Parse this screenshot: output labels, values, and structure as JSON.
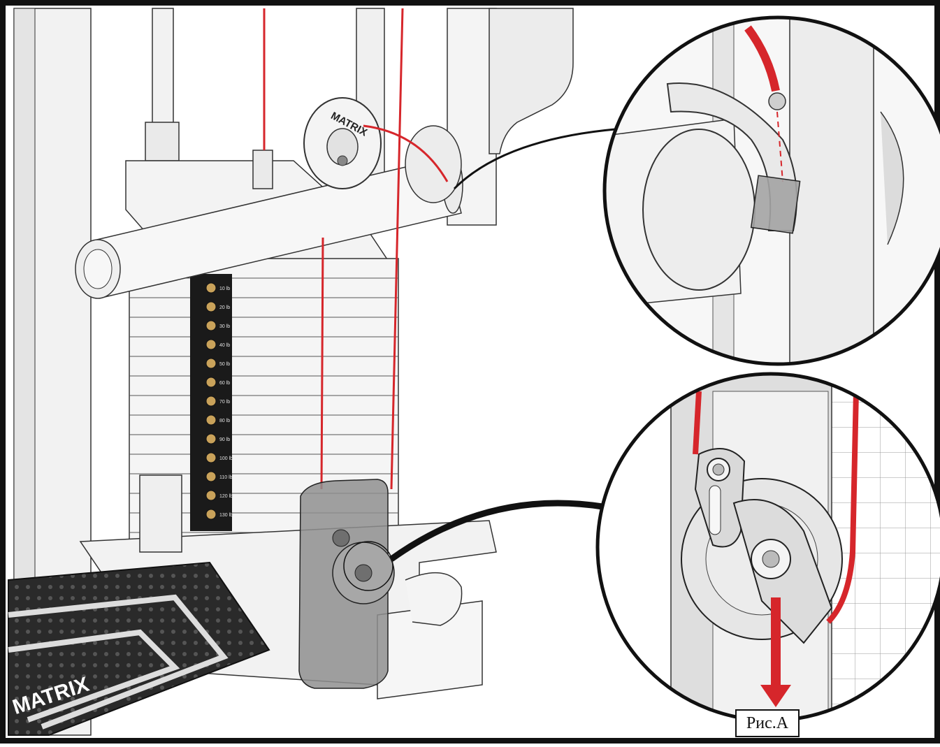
{
  "diagram": {
    "figure_label": "Рис.A",
    "brand_marks": {
      "pulley": "MATRIX",
      "footplate": "MATRIX"
    },
    "weight_plate_labels": [
      "10 lb",
      "20 lb",
      "30 lb",
      "40 lb",
      "50 lb",
      "60 lb",
      "70 lb",
      "80 lb",
      "90 lb",
      "100 lb",
      "110 lb",
      "120 lb",
      "130 lb"
    ],
    "colors": {
      "cable": "#d6262b",
      "outline": "#111111",
      "frame_fill": "#f2f2f2",
      "shadow": "#d9d9d9",
      "guard": "#8f8f8f",
      "plate_label_bg": "#1a1a1a",
      "pin": "#c9a25a"
    },
    "callouts": [
      {
        "id": "upper-detail",
        "subject": "cable end at upper pulley bracket"
      },
      {
        "id": "lower-detail",
        "subject": "cable tension pulley at weight stack base"
      }
    ]
  }
}
